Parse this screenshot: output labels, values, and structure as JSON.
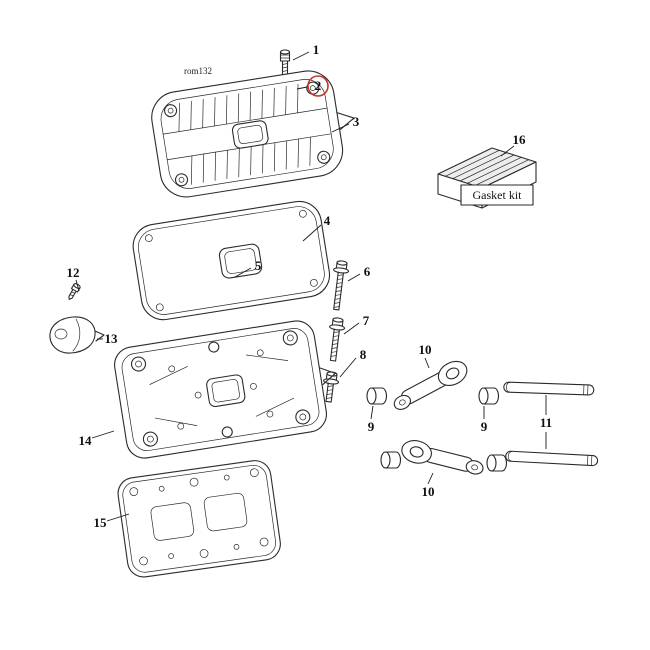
{
  "diagram": {
    "watermark": "rom132",
    "background": "#ffffff",
    "line_color": "#2b2b2b",
    "highlight_color": "#c53430",
    "gasket_kit": {
      "label": "Gasket kit"
    },
    "labels": {
      "p1": "1",
      "p2": "2",
      "p3": "3",
      "p4": "4",
      "p5": "5",
      "p6": "6",
      "p7": "7",
      "p8": "8",
      "p9_left": "9",
      "p9_right": "9",
      "p10_top": "10",
      "p10_bottom": "10",
      "p11": "11",
      "p12": "12",
      "p13": "13",
      "p14": "14",
      "p15": "15",
      "p16": "16"
    }
  }
}
